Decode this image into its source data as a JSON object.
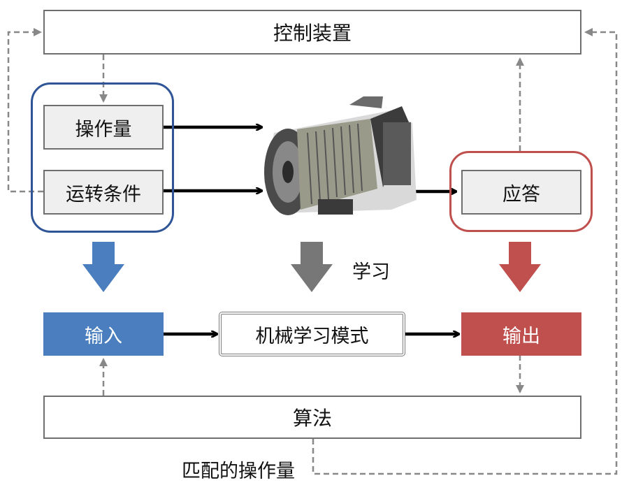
{
  "nodes": {
    "control_device": "控制装置",
    "operation_amount": "操作量",
    "operating_conditions": "运转条件",
    "response": "应答",
    "input": "输入",
    "ml_model": "机械学习模式",
    "output": "输出",
    "algorithm": "算法"
  },
  "labels": {
    "learning": "学习",
    "matched_operation_amount": "匹配的操作量"
  },
  "colors": {
    "blue": "#4a7ebf",
    "red": "#c0504d",
    "gray_arrow": "#777777",
    "group_blue_border": "#2f5597",
    "group_red_border": "#c0504d"
  },
  "icons": {
    "turbine": "gas-turbine-icon"
  }
}
